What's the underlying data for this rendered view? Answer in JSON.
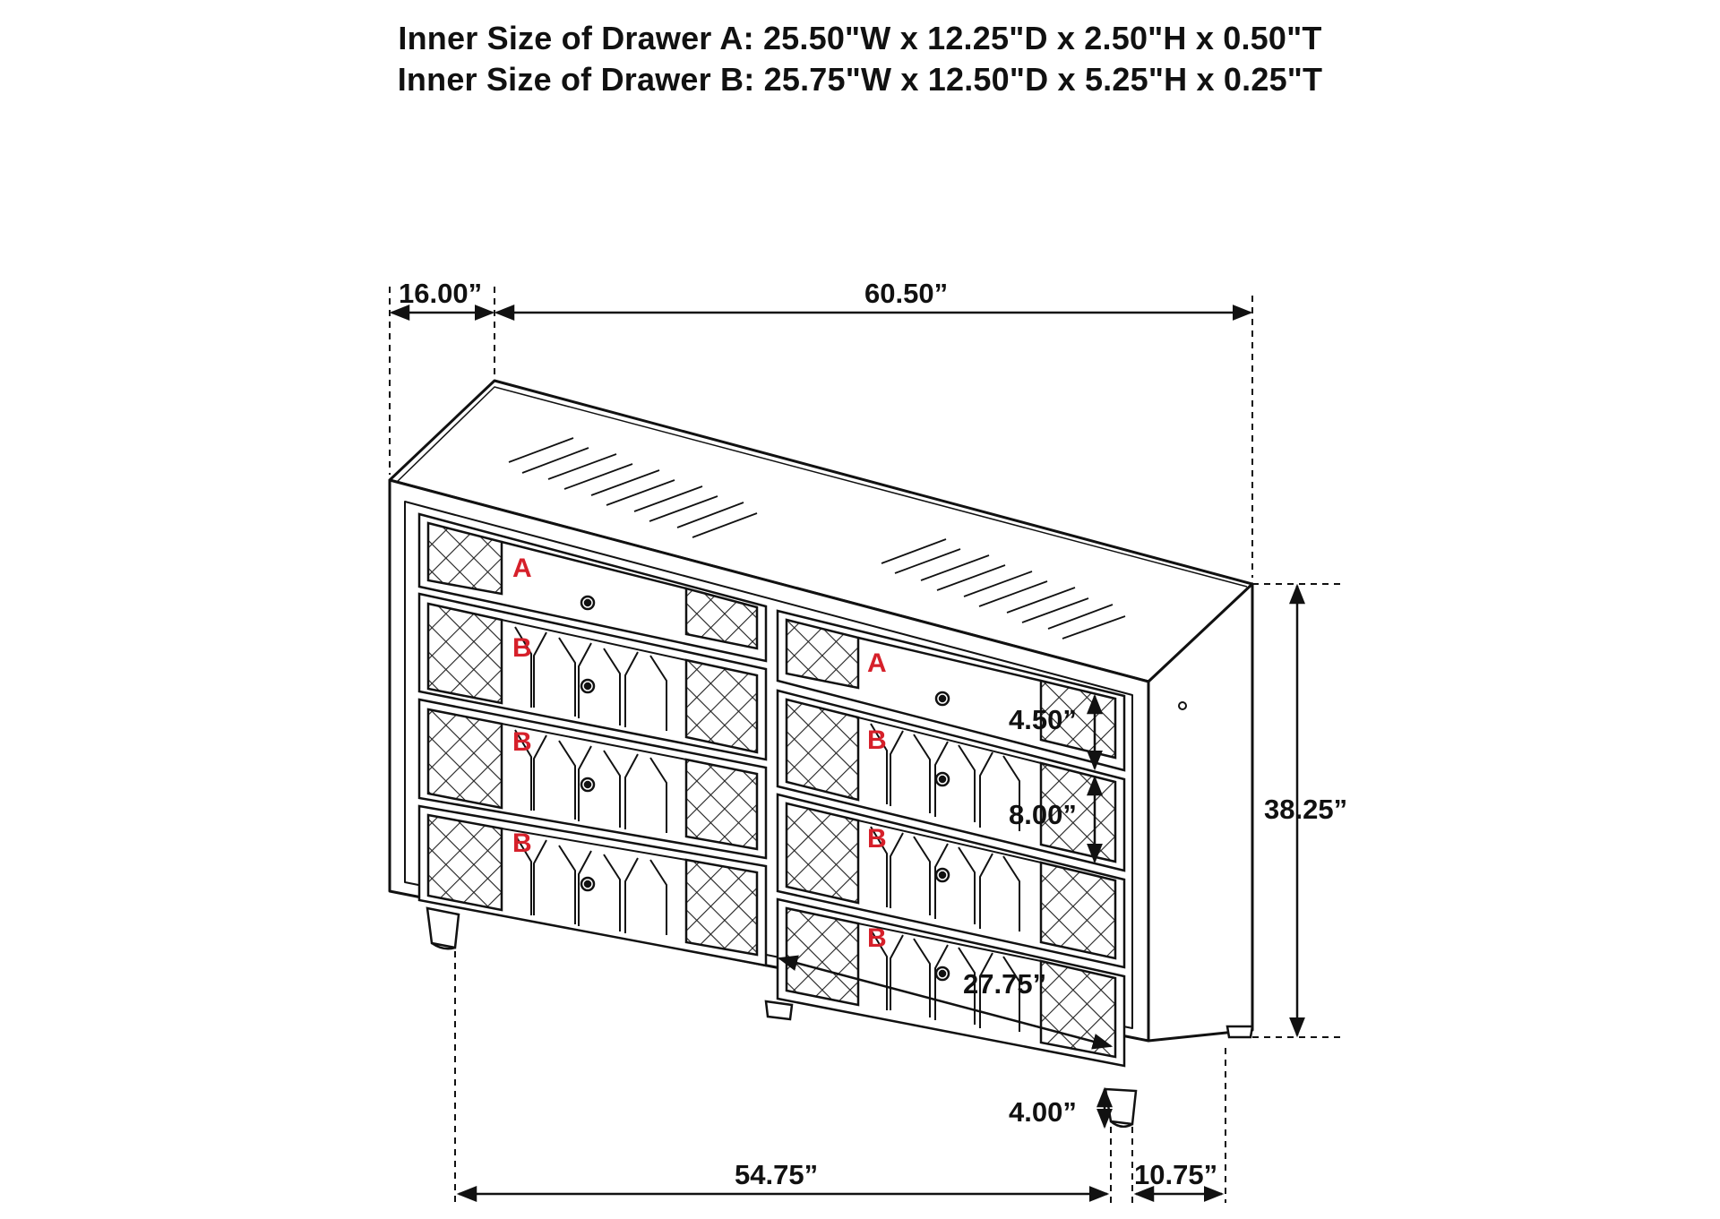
{
  "drawer_specs": {
    "line_a": "Inner Size of Drawer A: 25.50\"W x 12.25\"D x 2.50\"H x 0.50\"T",
    "line_b": "Inner Size of Drawer B: 25.75\"W x 12.50\"D x 5.25\"H x 0.25\"T"
  },
  "dimensions": {
    "depth_top": "16.00”",
    "width_top": "60.50”",
    "height": "38.25”",
    "top_drawer_height": "4.50”",
    "drawer_height": "8.00”",
    "drawer_width": "27.75”",
    "leg_height": "4.00”",
    "base_width": "54.75”",
    "base_depth": "10.75”"
  },
  "drawer_labels": {
    "a": "A",
    "b": "B"
  },
  "colors": {
    "line": "#111111",
    "label": "#d6202a"
  }
}
